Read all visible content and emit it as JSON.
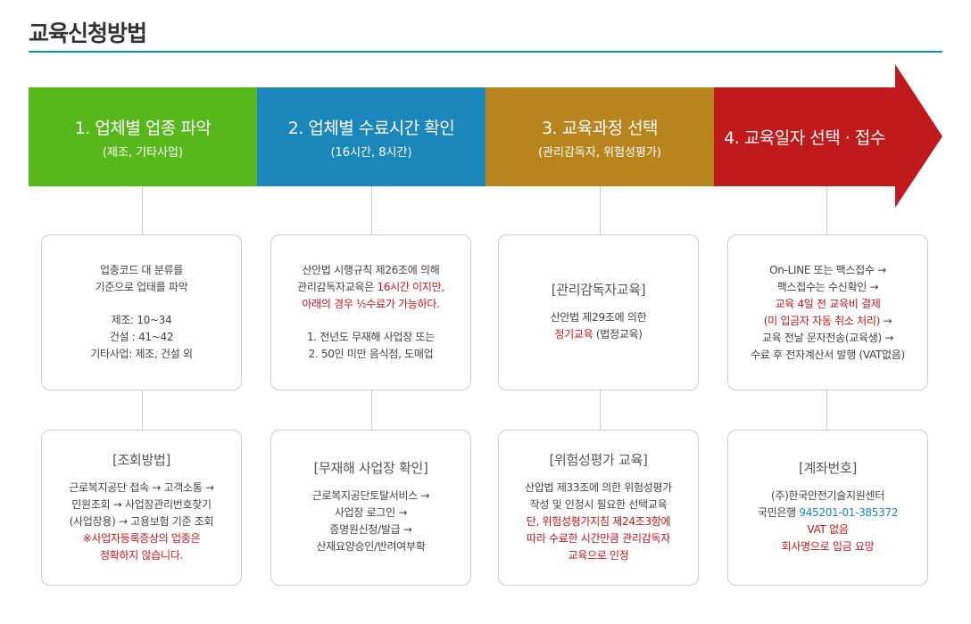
{
  "title": "교육신청방법",
  "colors": {
    "accent": "#1a88c0",
    "step1": "#58b81b",
    "step2": "#1b87ba",
    "step3": "#b8841d",
    "step4": "#c01a1d",
    "highlight": "#c4171d"
  },
  "steps": [
    {
      "label": "1. 업체별 업종 파악",
      "sub": "(제조, 기타사업)"
    },
    {
      "label": "2. 업체별 수료시간 확인",
      "sub": "(16시간, 8시간)"
    },
    {
      "label": "3. 교육과정 선택",
      "sub": "(관리감독자, 위험성평가)"
    },
    {
      "label": "4. 교육일자 선택 · 접수",
      "sub": ""
    }
  ],
  "boxes_top": [
    {
      "lines": [
        "업종코드 대 분류를",
        "기준으로 업태를 파악",
        "제조: 10~34",
        "건설 : 41~42",
        "기타사업: 제조, 건설 외"
      ]
    },
    {
      "lines": [
        "산안법 시행규칙 제26조에 의해",
        "관리감독자교육은 ",
        "16시간 이지만,",
        "아래의 경우 ½수료가 가능하다.",
        "1. 전년도 무재해 사업장 또는",
        "2. 50인 미만 음식점, 도매업"
      ]
    },
    {
      "title": "[관리감독자교육]",
      "lines": [
        "산안법 제29조에 의한",
        "정기교육",
        " (법정교육)"
      ]
    },
    {
      "lines": [
        "On-LINE 또는 팩스접수 →",
        "팩스접수는 수신확인 →",
        "교육 4일 전 교육비 결제",
        "(미 입금자 자동 취소 처리)",
        " →",
        "교육 전날 문자전송(교육생) →",
        "수료 후 전자계산서 발행 (VAT없음)"
      ]
    }
  ],
  "boxes_bottom": [
    {
      "title": "[조회방법]",
      "lines": [
        "근로복지공단 접속 → 고객소통 →",
        "민원조회 → 사업장관리번호찾기",
        "(사업장용) → 고용보험 기준 조회",
        "※사업자등록증상의 업종은",
        "정확하지 않습니다."
      ]
    },
    {
      "title": "[무재해 사업장 확인]",
      "lines": [
        "근로복지공단토탈서비스 →",
        "사업장 로그인 →",
        "증명원신청/발급 →",
        "산재요양승인/반려여부확"
      ]
    },
    {
      "title": "[위험성평가 교육]",
      "lines": [
        "산압법 제33조에 의한 위험성평가",
        "작성 및 인정시 필요한 선택교육",
        "단, 위험성평가지침 제24조3항에",
        "따라 수료한 시간만큼 관리감독자",
        "교육으로 인정"
      ]
    },
    {
      "title": "[계좌번호]",
      "lines": [
        "(주)한국안전기술지원센터",
        "국민은행 ",
        "945201-01-385372",
        "VAT 없음",
        "회사명으로 입금 요망"
      ]
    }
  ]
}
